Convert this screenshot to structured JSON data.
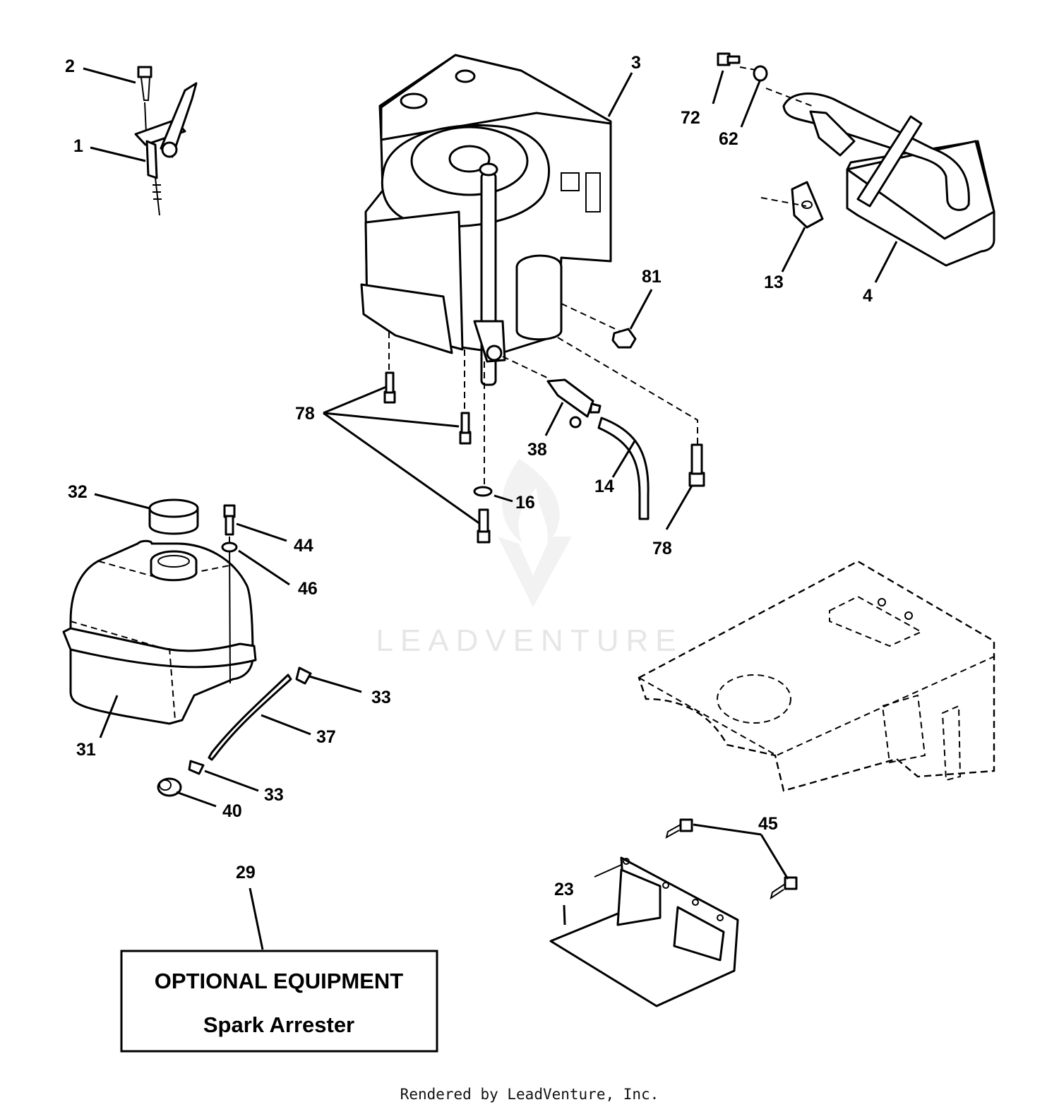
{
  "callouts": {
    "c1": "1",
    "c2": "2",
    "c3": "3",
    "c4": "4",
    "c13": "13",
    "c14": "14",
    "c16": "16",
    "c23": "23",
    "c29": "29",
    "c31": "31",
    "c32": "32",
    "c33a": "33",
    "c33b": "33",
    "c37": "37",
    "c38": "38",
    "c40": "40",
    "c44": "44",
    "c45": "45",
    "c46": "46",
    "c62": "62",
    "c72": "72",
    "c78a": "78",
    "c78b": "78",
    "c81": "81"
  },
  "optional_box": {
    "title": "OPTIONAL EQUIPMENT",
    "item": "Spark Arrester"
  },
  "watermark": "LEADVENTURE",
  "footer": "Rendered by LeadVenture, Inc.",
  "icons": [
    "leadventure-logo-icon"
  ]
}
